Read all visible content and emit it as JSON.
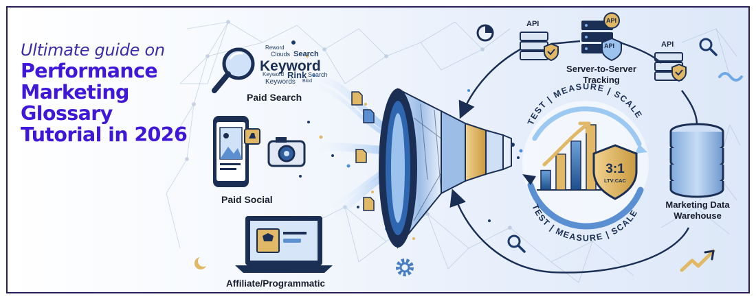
{
  "title": {
    "line1": "Ultimate guide on",
    "line2": "Performance",
    "line3": "Marketing",
    "line4": "Glossary",
    "line5": "Tutorial in 2026"
  },
  "channels": {
    "paid_search": "Paid Search",
    "paid_social": "Paid Social",
    "affiliate": "Affiliate/Programmatic"
  },
  "word_cloud": {
    "w1": "Reword",
    "w2": "Clouds",
    "w3": "Search",
    "w4": "Keyword",
    "w5": "Keyword",
    "w6": "Rink",
    "w7": "Search",
    "w8": "Keywords",
    "w9": "Blod"
  },
  "tracking": {
    "api_left": "API",
    "api_right": "API",
    "api_badge_top": "API",
    "api_badge_mid": "API",
    "label_line1": "Server-to-Server",
    "label_line2": "Tracking"
  },
  "warehouse": {
    "line1": "Marketing Data",
    "line2": "Warehouse"
  },
  "cycle": {
    "top_text": "TEST | MEASURE | SCALE",
    "bottom_text": "TEST | MEASURE | SCALE",
    "ratio": "3:1",
    "ratio_label": "LTV:CAC"
  },
  "bar_chart_heights": [
    0.3,
    0.55,
    0.75,
    1.0
  ],
  "colors": {
    "title_accent": "#3f17d9",
    "navy": "#1b3a6b",
    "light_blue": "#b9d3f2",
    "gold": "#e1b866",
    "frame": "#2b1d5c"
  }
}
